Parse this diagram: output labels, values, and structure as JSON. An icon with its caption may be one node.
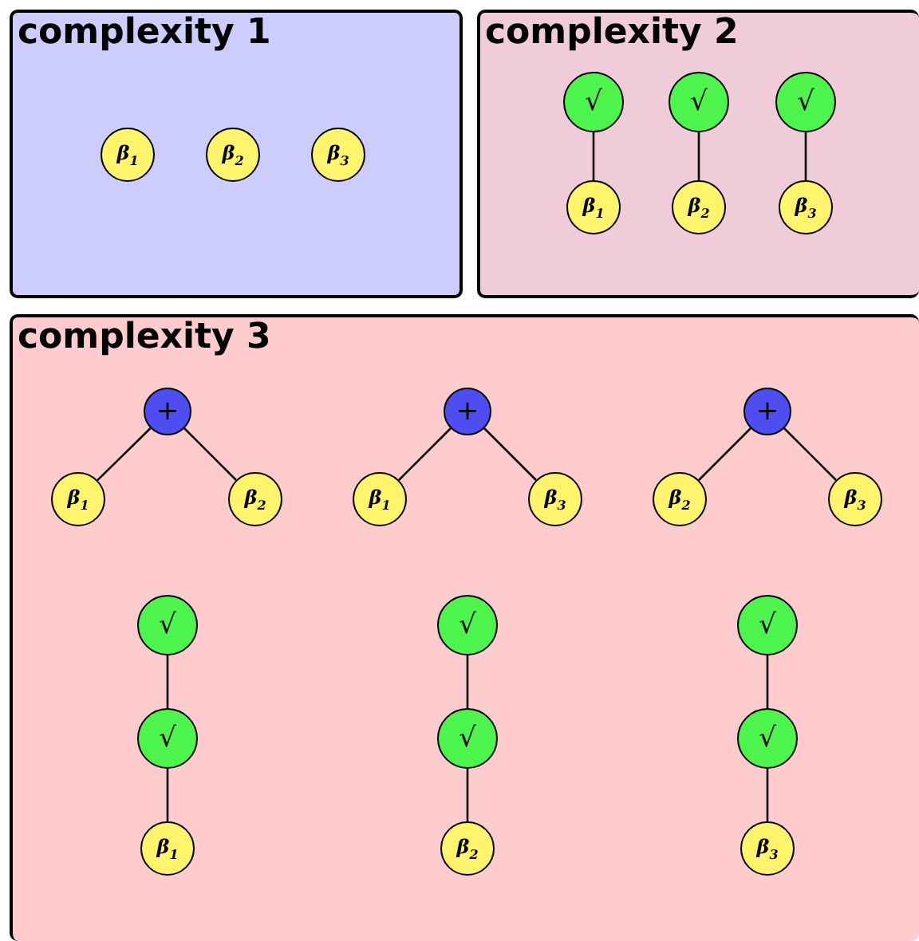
{
  "diagram": {
    "nodes": [
      {
        "text": [
          "complexity 1"
        ]
      },
      {
        "text": [
          "β$_{1}$"
        ],
        "in": 0
      },
      {
        "text": [
          "β$_{2}$"
        ],
        "in": 0
      },
      {
        "text": [
          "β$_{3}$"
        ],
        "in": 0
      },
      {
        "text": [
          "complexity 2"
        ]
      },
      {
        "text": [
          "√"
        ],
        "in": 4
      },
      {
        "text": [
          "β$_{1}$"
        ],
        "in": 4
      },
      {
        "text": [
          "√"
        ],
        "in": 4
      },
      {
        "text": [
          "β$_{2}$"
        ],
        "in": 4
      },
      {
        "text": [
          "√"
        ],
        "in": 4
      },
      {
        "text": [
          "β$_{3}$"
        ],
        "in": 4
      },
      {
        "text": [
          "complexity 3"
        ]
      },
      {
        "text": [
          "+"
        ],
        "in": 11
      },
      {
        "text": [
          "β$_{1}$"
        ],
        "in": 11
      },
      {
        "text": [
          "β$_{2}$"
        ],
        "in": 11
      },
      {
        "text": [
          "+"
        ],
        "in": 11
      },
      {
        "text": [
          "β$_{1}$"
        ],
        "in": 11
      },
      {
        "text": [
          "β$_{3}$"
        ],
        "in": 11
      },
      {
        "text": [
          "+"
        ],
        "in": 11
      },
      {
        "text": [
          "β$_{2}$"
        ],
        "in": 11
      },
      {
        "text": [
          "β$_{3}$"
        ],
        "in": 11
      },
      {
        "text": [
          "√"
        ],
        "in": 11
      },
      {
        "text": [
          "√"
        ],
        "in": 11
      },
      {
        "text": [
          "β$_{1}$"
        ],
        "in": 11
      },
      {
        "text": [
          "√"
        ],
        "in": 11
      },
      {
        "text": [
          "√"
        ],
        "in": 11
      },
      {
        "text": [
          "β$_{2}$"
        ],
        "in": 11
      },
      {
        "text": [
          "√"
        ],
        "in": 11
      },
      {
        "text": [
          "√"
        ],
        "in": 11
      },
      {
        "text": [
          "β$_{3}$"
        ],
        "in": 11
      }
    ],
    "edges": [
      {
        "from": 5,
        "to": 6,
        "arrow": "none"
      },
      {
        "from": 7,
        "to": 8,
        "arrow": "none"
      },
      {
        "from": 9,
        "to": 10,
        "arrow": "none"
      },
      {
        "from": 12,
        "to": 13,
        "arrow": "none"
      },
      {
        "from": 12,
        "to": 14,
        "arrow": "none"
      },
      {
        "from": 15,
        "to": 16,
        "arrow": "none"
      },
      {
        "from": 15,
        "to": 17,
        "arrow": "none"
      },
      {
        "from": 18,
        "to": 19,
        "arrow": "none"
      },
      {
        "from": 18,
        "to": 20,
        "arrow": "none"
      },
      {
        "from": 21,
        "to": 22,
        "arrow": "none"
      },
      {
        "from": 22,
        "to": 23,
        "arrow": "none"
      },
      {
        "from": 24,
        "to": 25,
        "arrow": "none"
      },
      {
        "from": 25,
        "to": 26,
        "arrow": "none"
      },
      {
        "from": 27,
        "to": 28,
        "arrow": "none"
      },
      {
        "from": 28,
        "to": 29,
        "arrow": "none"
      }
    ]
  }
}
